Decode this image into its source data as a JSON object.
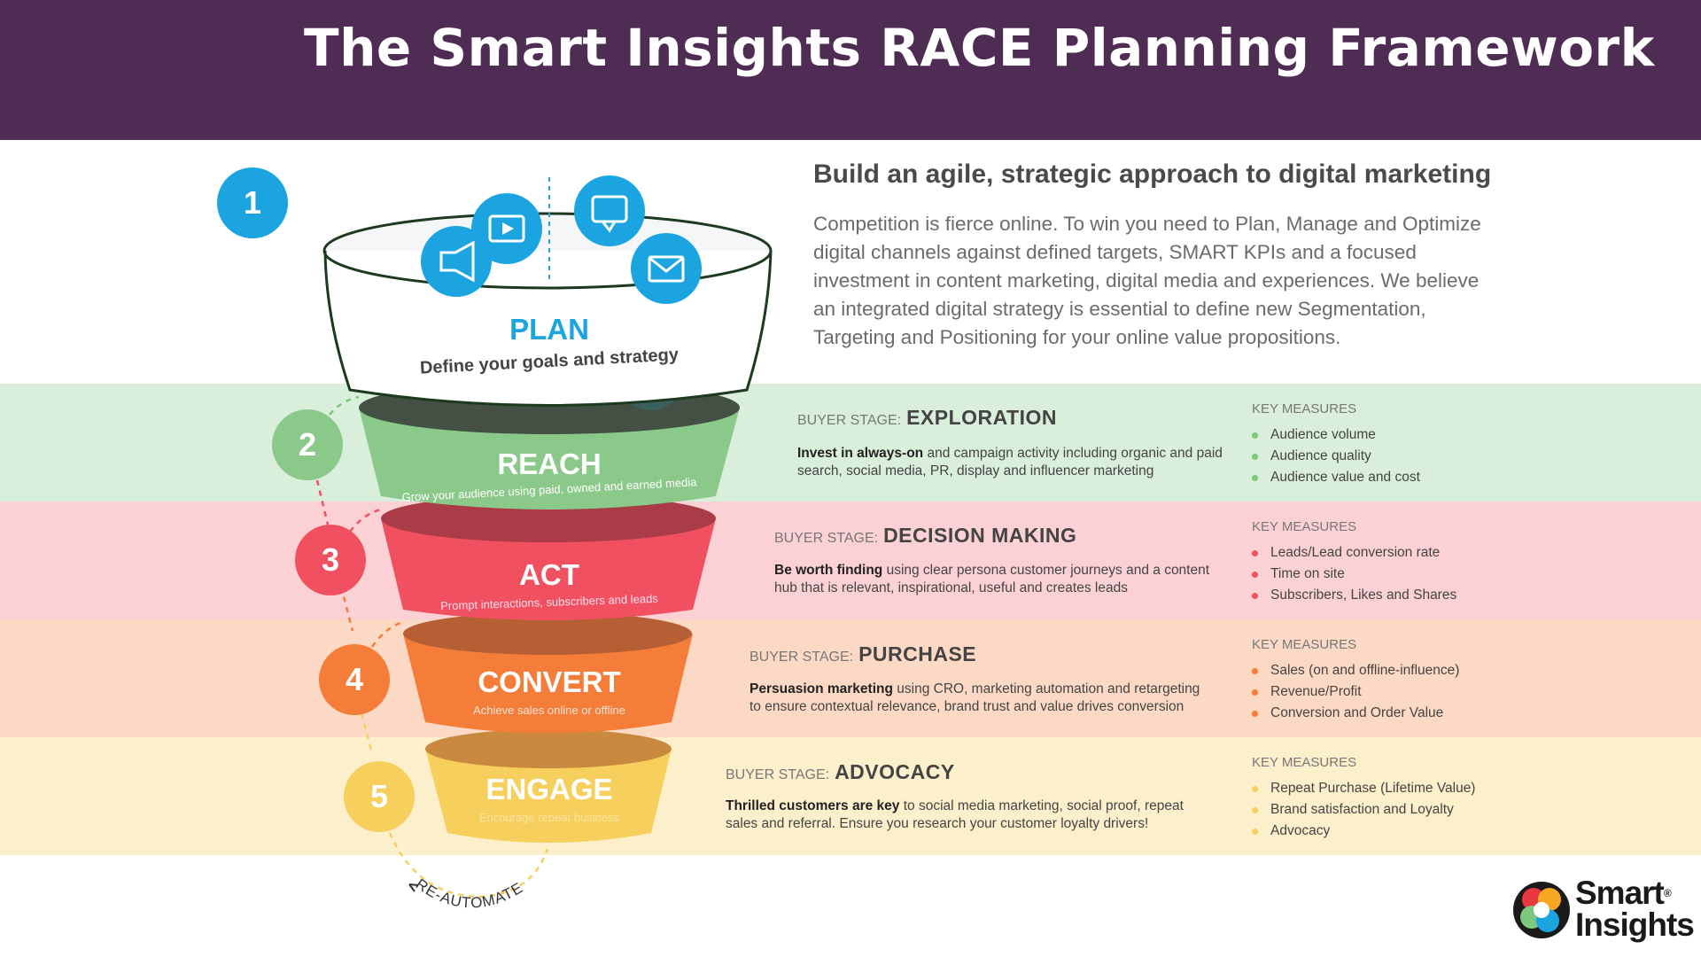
{
  "title": "The Smart Insights RACE Planning Framework",
  "intro": {
    "heading": "Build an agile, strategic approach to digital marketing",
    "body": "Competition is fierce online. To win you need to Plan, Manage and Optimize digital channels against defined targets, SMART KPIs and a focused investment in content marketing, digital media and experiences. We believe an integrated digital strategy is essential to define new Segmentation, Targeting and Positioning for your online value propositions."
  },
  "plan": {
    "number": "1",
    "name": "PLAN",
    "subtitle": "Define your goals and strategy",
    "color": "#1ba4e0"
  },
  "stages": [
    {
      "number": "2",
      "name": "REACH",
      "subtitle": "Grow your audience using paid, owned and earned media",
      "color": "#7ec77f",
      "band": "#d9eedb",
      "buyer_label": "BUYER STAGE:",
      "buyer_stage": "EXPLORATION",
      "desc_bold": "Invest in always-on",
      "desc_rest": " and campaign activity including organic and paid search, social media, PR, display and influencer marketing",
      "km_label": "KEY MEASURES",
      "measures": [
        "Audience volume",
        "Audience quality",
        "Audience value and cost"
      ]
    },
    {
      "number": "3",
      "name": "ACT",
      "subtitle": "Prompt interactions, subscribers and leads",
      "color": "#f0505f",
      "band": "#fbd1d5",
      "buyer_label": "BUYER STAGE:",
      "buyer_stage": "DECISION MAKING",
      "desc_bold": "Be worth finding",
      "desc_rest": " using clear persona customer journeys and a content hub that is relevant, inspirational, useful and creates leads",
      "km_label": "KEY MEASURES",
      "measures": [
        "Leads/Lead conversion rate",
        "Time on site",
        "Subscribers, Likes and Shares"
      ]
    },
    {
      "number": "4",
      "name": "CONVERT",
      "subtitle": "Achieve sales online or offline",
      "color": "#f47d3a",
      "band": "#fcd9c4",
      "buyer_label": "BUYER STAGE:",
      "buyer_stage": "PURCHASE",
      "desc_bold": "Persuasion marketing",
      "desc_rest": " using CRO, marketing automation and retargeting to ensure contextual relevance, brand trust and value drives conversion",
      "km_label": "KEY MEASURES",
      "measures": [
        "Sales (on and offline-influence)",
        "Revenue/Profit",
        "Conversion and Order Value"
      ]
    },
    {
      "number": "5",
      "name": "ENGAGE",
      "subtitle": "Encourage repeat business",
      "color": "#f6cf5c",
      "band": "#fcefcb",
      "buyer_label": "BUYER STAGE:",
      "buyer_stage": "ADVOCACY",
      "desc_bold": "Thrilled customers are key",
      "desc_rest": " to social media marketing, social proof, repeat sales and referral. Ensure you research your customer loyalty drivers!",
      "km_label": "KEY MEASURES",
      "measures": [
        "Repeat Purchase (Lifetime Value)",
        "Brand satisfaction and Loyalty",
        "Advocacy"
      ]
    }
  ],
  "loop_label": "RE-AUTOMATE",
  "logo": {
    "line1": "Smart",
    "line2": "Insights",
    "reg": "®"
  }
}
